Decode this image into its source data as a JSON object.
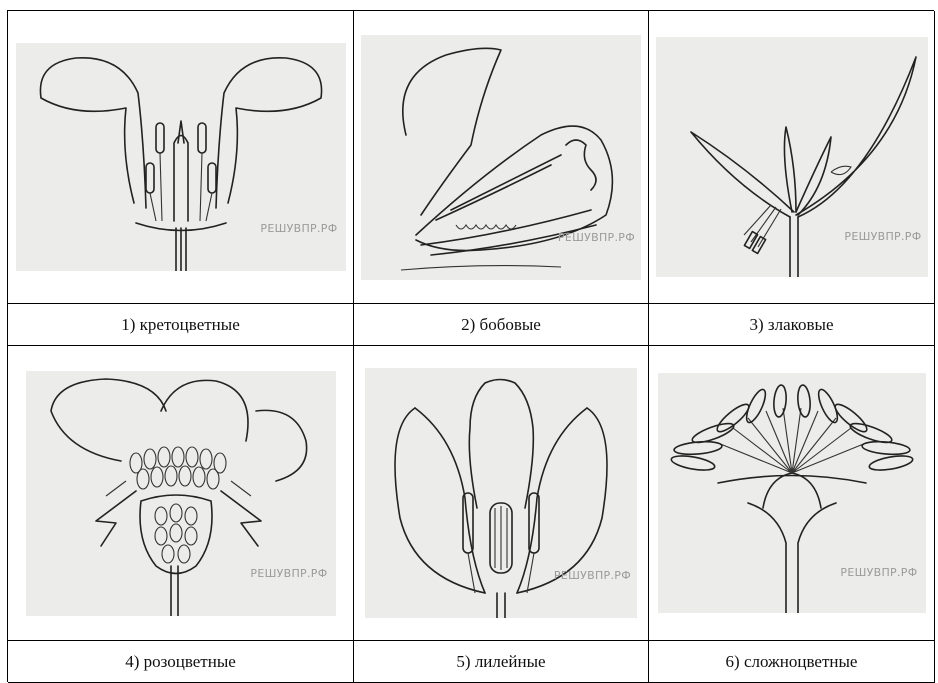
{
  "cells": [
    {
      "label": "1) кретоцветные",
      "watermark": "РЕШУВПР.РФ",
      "icon": "cruciferous-flower-diagram"
    },
    {
      "label": "2) бобовые",
      "watermark": "РЕШУВПР.РФ",
      "icon": "legume-flower-diagram"
    },
    {
      "label": "3) злаковые",
      "watermark": "РЕШУВПР.РФ",
      "icon": "grass-flower-diagram"
    },
    {
      "label": "4) розоцветные",
      "watermark": "РЕШУВПР.РФ",
      "icon": "rose-flower-diagram"
    },
    {
      "label": "5) лилейные",
      "watermark": "РЕШУВПР.РФ",
      "icon": "lily-flower-diagram"
    },
    {
      "label": "6) сложноцветные",
      "watermark": "РЕШУВПР.РФ",
      "icon": "composite-flower-diagram"
    }
  ]
}
